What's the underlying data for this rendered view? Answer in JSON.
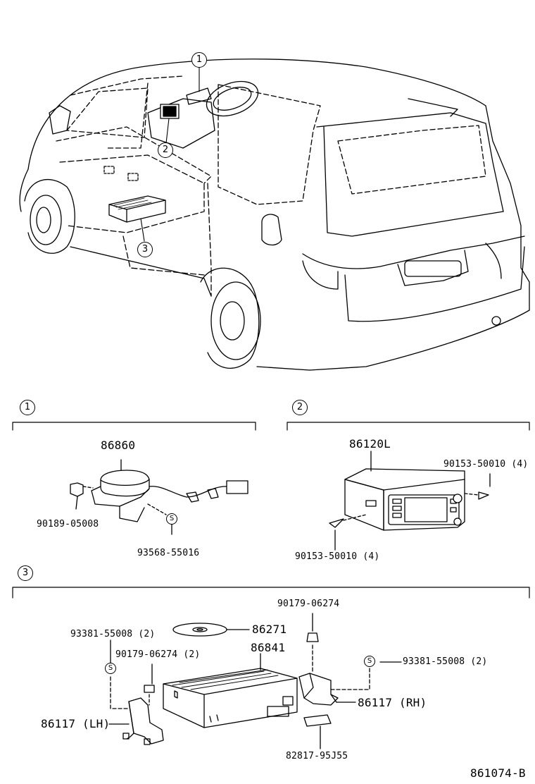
{
  "callouts": {
    "c1": "1",
    "c2": "2",
    "c3": "3"
  },
  "section_markers": {
    "s1": "1",
    "s2": "2",
    "s3": "3"
  },
  "screw_marker": "S",
  "parts": {
    "p86860": "86860",
    "p90189": "90189-05008",
    "p93568": "93568-55016",
    "p86120L": "86120L",
    "p90153_top": "90153-50010 (4)",
    "p90153_bottom": "90153-50010 (4)",
    "p90179_top": "90179-06274",
    "p86271": "86271",
    "p93381_left": "93381-55008 (2)",
    "p90179_left": "90179-06274 (2)",
    "p86841": "86841",
    "p93381_right": "93381-55008 (2)",
    "p86117_rh": "86117 (RH)",
    "p86117_lh": "86117 (LH)",
    "p82817": "82817-95J55"
  },
  "figure_id": "861074-B"
}
